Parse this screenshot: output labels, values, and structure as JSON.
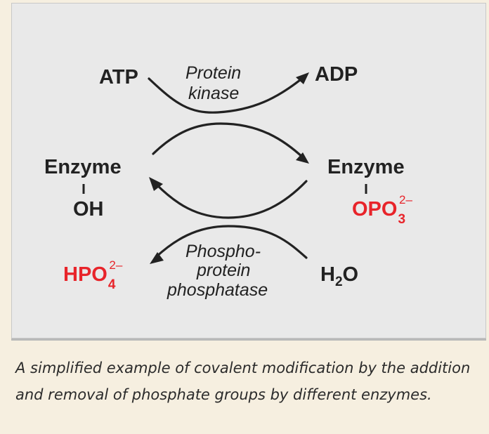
{
  "diagram": {
    "atp": "ATP",
    "adp": "ADP",
    "kinase": [
      "Protein",
      "kinase"
    ],
    "enzyme_left": "Enzyme",
    "bond_left": "I",
    "oh": "OH",
    "enzyme_right": "Enzyme",
    "bond_right": "I",
    "opo": {
      "base": "OPO",
      "sub": "3",
      "sup": "2–"
    },
    "phosphatase": [
      "Phospho-",
      "protein",
      "phosphatase"
    ],
    "hpo": {
      "base": "HPO",
      "sub": "4",
      "sup": "2–"
    },
    "water": {
      "base": "H",
      "sub": "2",
      "tail": "O"
    },
    "colors": {
      "text": "#222222",
      "phosphate": "#e8242a",
      "panel": "#e9e9e9",
      "page": "#f6efe0"
    }
  },
  "caption": "A simplified example of covalent modification by the addition and removal of phosphate groups by different enzymes."
}
